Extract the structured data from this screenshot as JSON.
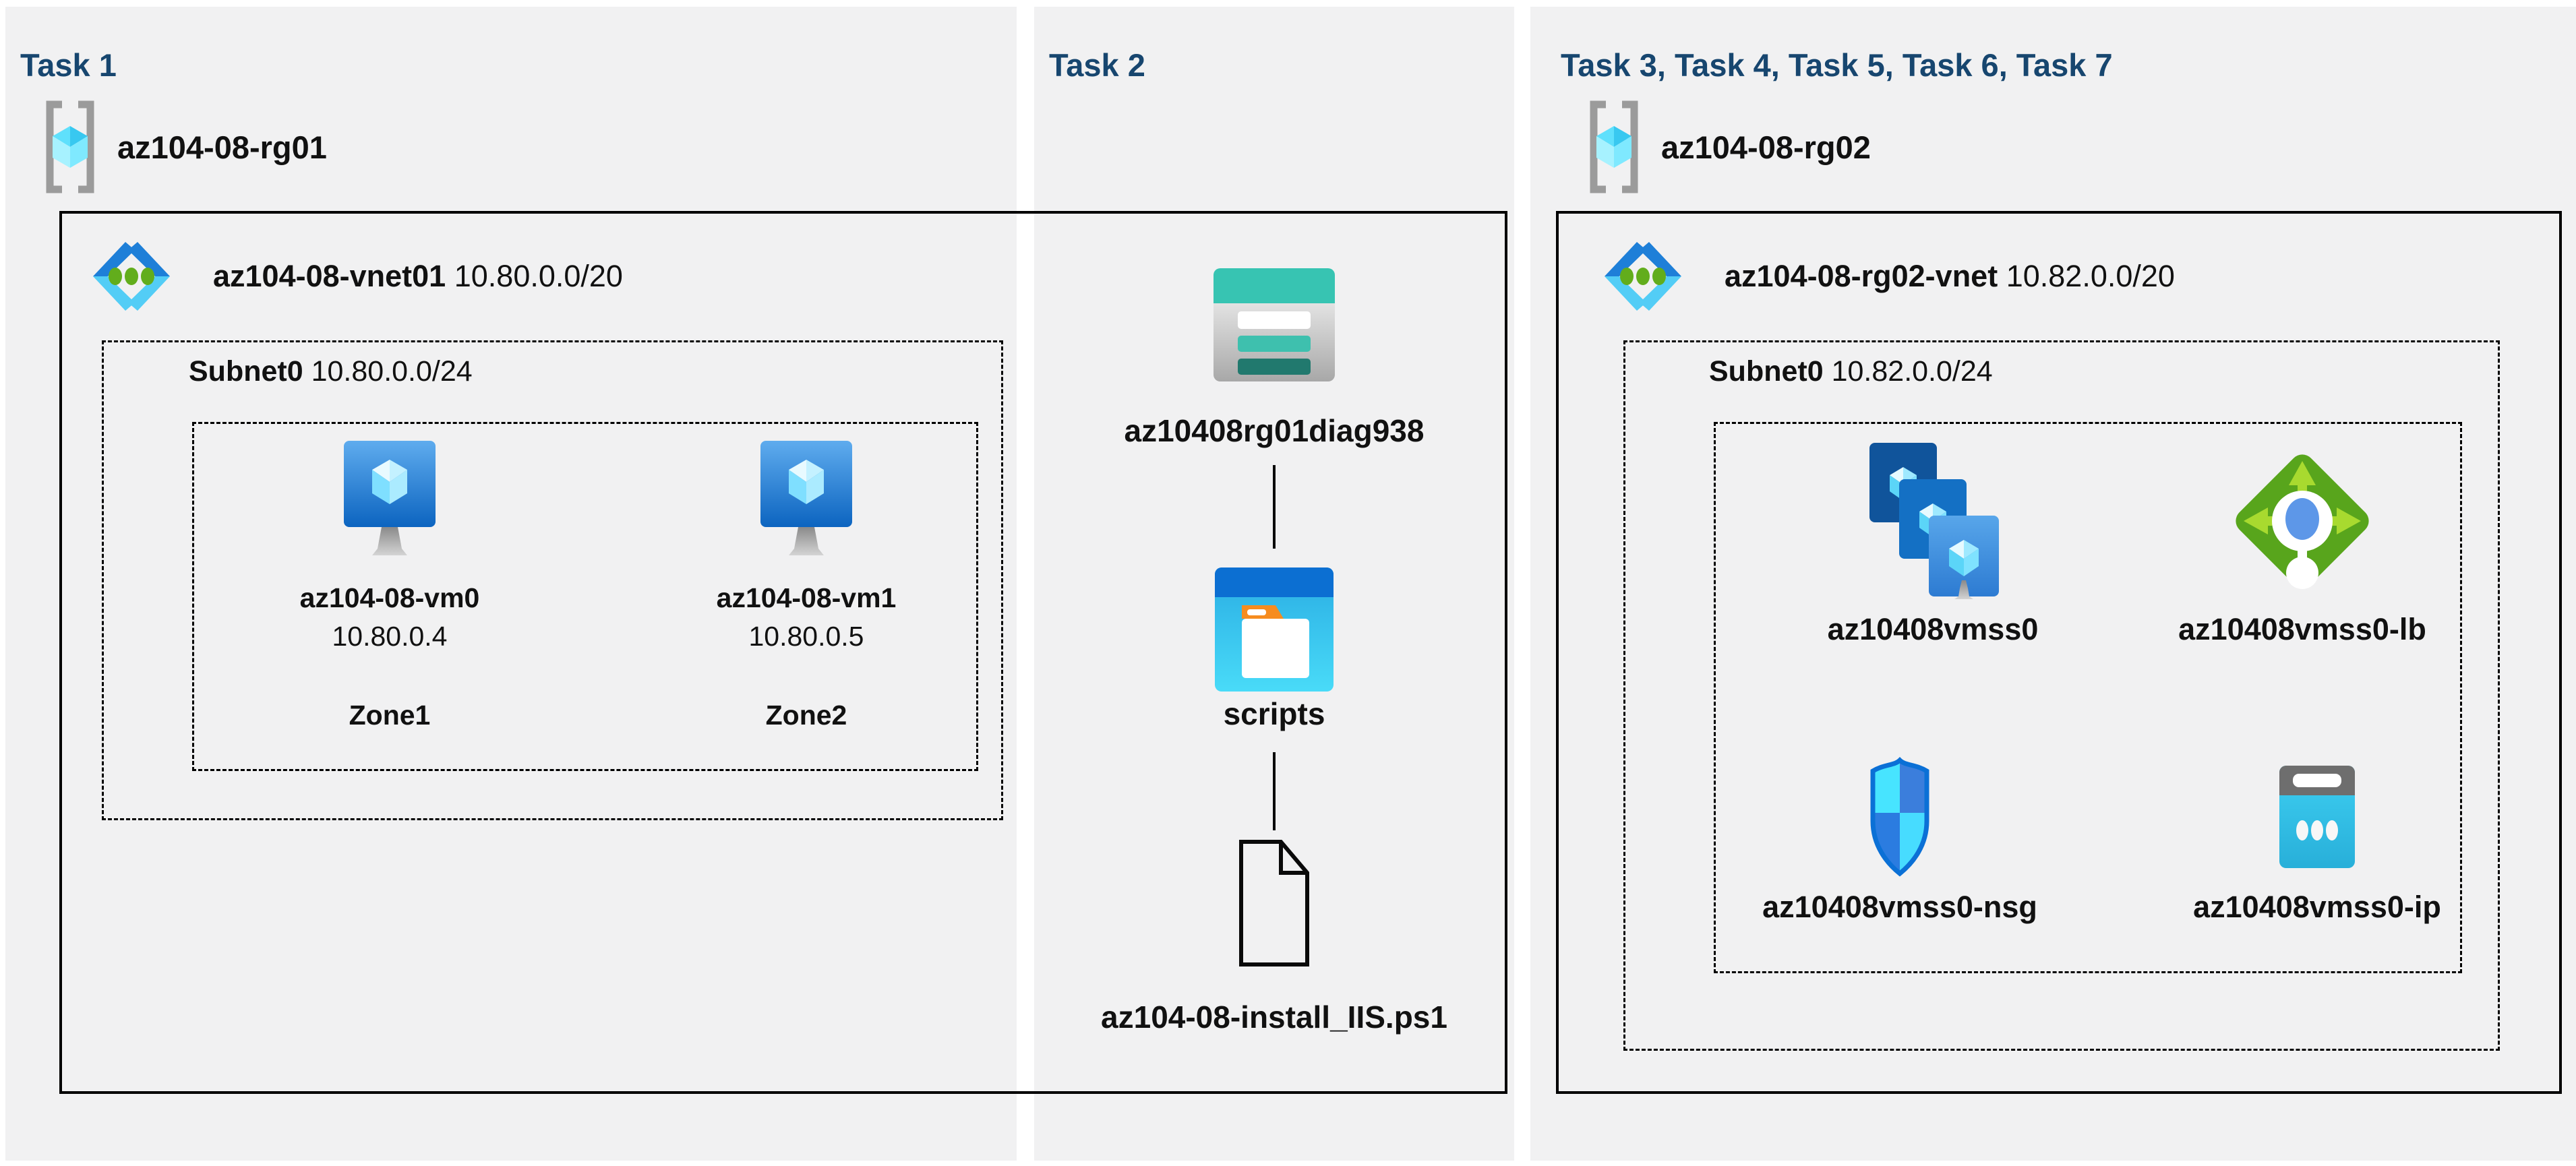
{
  "colors": {
    "page_bg": "#FFFFFF",
    "panel_bg": "#F1F1F2",
    "title_color": "#17466F",
    "text_color": "#111111",
    "boundary_color": "#000000",
    "vnet_icon_green": "#62AD1C",
    "lb_green": "#58A51C",
    "storage_teal": "#37C4B2",
    "cyan_accent": "#45D2F5"
  },
  "panels": [
    {
      "title": "Task 1",
      "resource_group": {
        "name": "az104-08-rg01"
      },
      "vnet": {
        "name": "az104-08-vnet01",
        "cidr": "10.80.0.0/20"
      },
      "subnet": {
        "name": "Subnet0",
        "cidr": "10.80.0.0/24"
      },
      "vms": [
        {
          "name": "az104-08-vm0",
          "ip": "10.80.0.4",
          "zone": "Zone1",
          "icon": "virtual-machine-icon"
        },
        {
          "name": "az104-08-vm1",
          "ip": "10.80.0.5",
          "zone": "Zone2",
          "icon": "virtual-machine-icon"
        }
      ]
    },
    {
      "title": "Task 2",
      "nodes": [
        {
          "label": "az10408rg01diag938",
          "icon": "storage-account-icon"
        },
        {
          "label": "scripts",
          "icon": "blob-container-icon"
        },
        {
          "label": "az104-08-install_IIS.ps1",
          "icon": "script-file-icon"
        }
      ]
    },
    {
      "title": "Task 3, Task 4, Task 5, Task 6, Task 7",
      "resource_group": {
        "name": "az104-08-rg02"
      },
      "vnet": {
        "name": "az104-08-rg02-vnet",
        "cidr": "10.82.0.0/20"
      },
      "subnet": {
        "name": "Subnet0",
        "cidr": "10.82.0.0/24"
      },
      "resources": [
        {
          "label": "az10408vmss0",
          "icon": "vm-scale-set-icon"
        },
        {
          "label": "az10408vmss0-lb",
          "icon": "load-balancer-icon"
        },
        {
          "label": "az10408vmss0-nsg",
          "icon": "network-security-group-icon"
        },
        {
          "label": "az10408vmss0-ip",
          "icon": "public-ip-icon"
        }
      ]
    }
  ]
}
